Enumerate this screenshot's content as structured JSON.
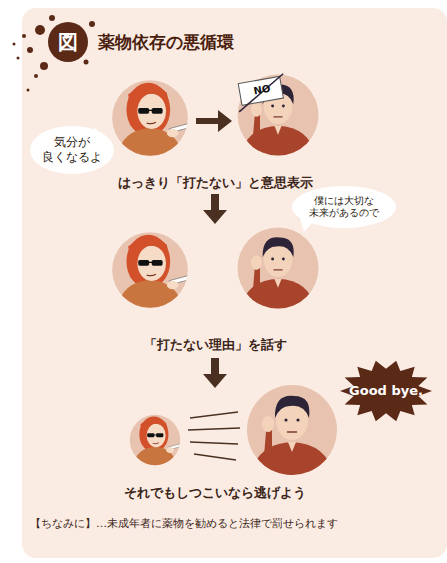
{
  "diagram": {
    "title": "薬物依存の悪循環",
    "nodes": [
      {
        "text": [
          "図"
        ]
      },
      {
        "text": [
          "気分が 良くなるよ"
        ]
      },
      {
        "text": [
          "僕には大切な 未来があるので"
        ]
      },
      {
        "text": [
          "Good bye."
        ]
      }
    ],
    "labels": [
      "NO",
      "はっきり「打たない」と意思表示",
      "「打たない理由」を話す",
      "それでもしつこいなら逃げよう",
      "【ちなみに】…未成年者に薬物を勧めると法律で罰せられます"
    ]
  }
}
